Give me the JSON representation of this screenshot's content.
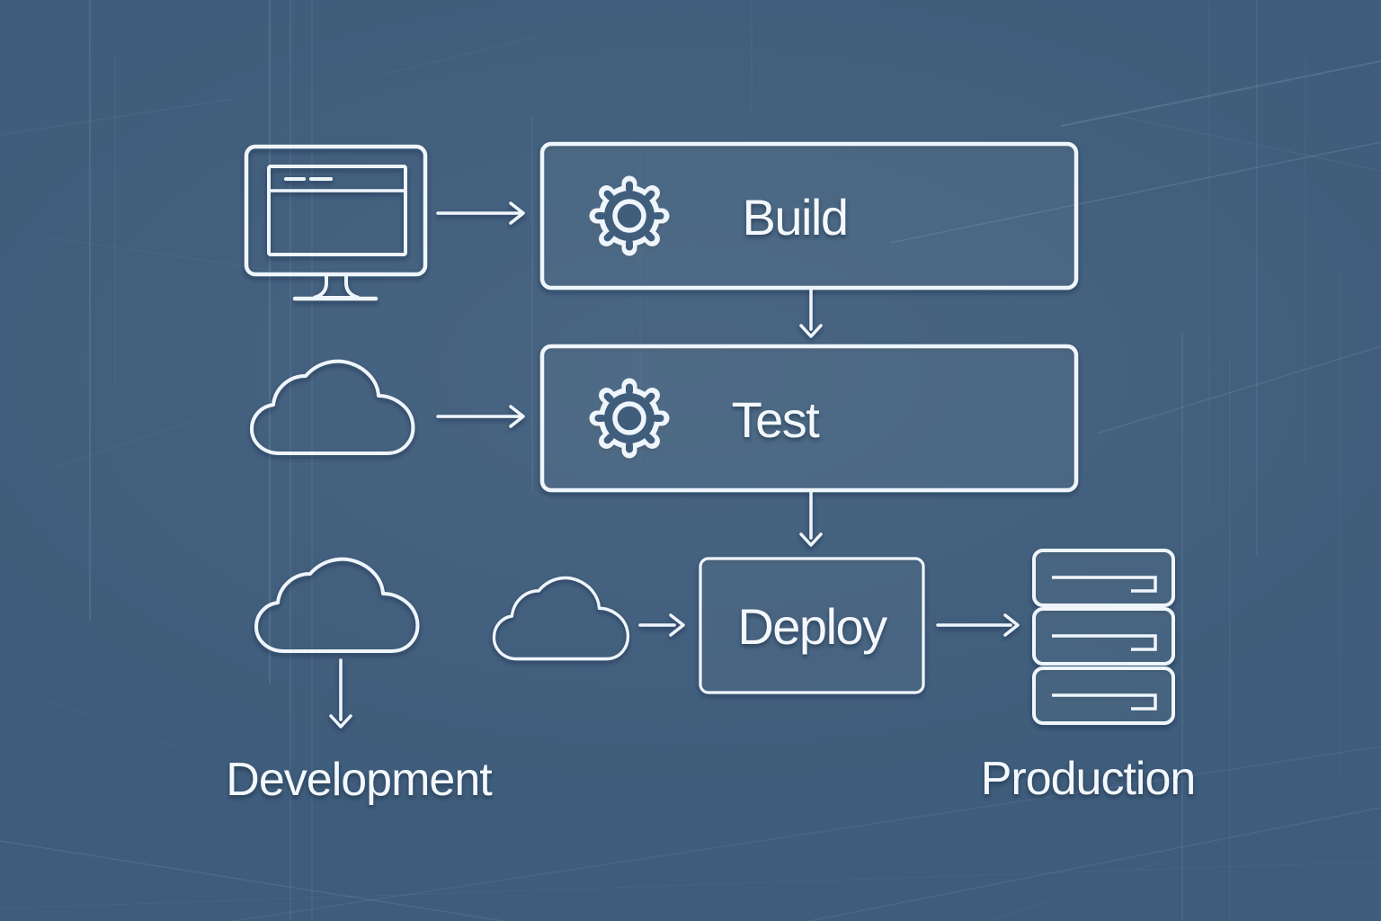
{
  "diagram": {
    "type": "pipeline-flowchart",
    "style": "blueprint",
    "stages": [
      {
        "label": "Build",
        "icon": "gear-icon"
      },
      {
        "label": "Test",
        "icon": "gear-icon"
      },
      {
        "label": "Deploy",
        "icon": "none"
      }
    ],
    "environments": [
      {
        "label": "Development",
        "icon": "cloud-icon"
      },
      {
        "label": "Production",
        "icon": "server-stack-icon"
      }
    ],
    "sources": [
      {
        "icon": "desktop-computer-icon",
        "connects_to": "Build"
      },
      {
        "icon": "cloud-icon",
        "connects_to": "Test"
      },
      {
        "icon": "cloud-icon",
        "connects_to": "Deploy"
      }
    ],
    "flow": [
      "Build",
      "Test",
      "Deploy",
      "Production"
    ],
    "colors": {
      "background": "#3e5c7b",
      "line": "#eef5fb",
      "text": "#f3f8fc"
    }
  }
}
